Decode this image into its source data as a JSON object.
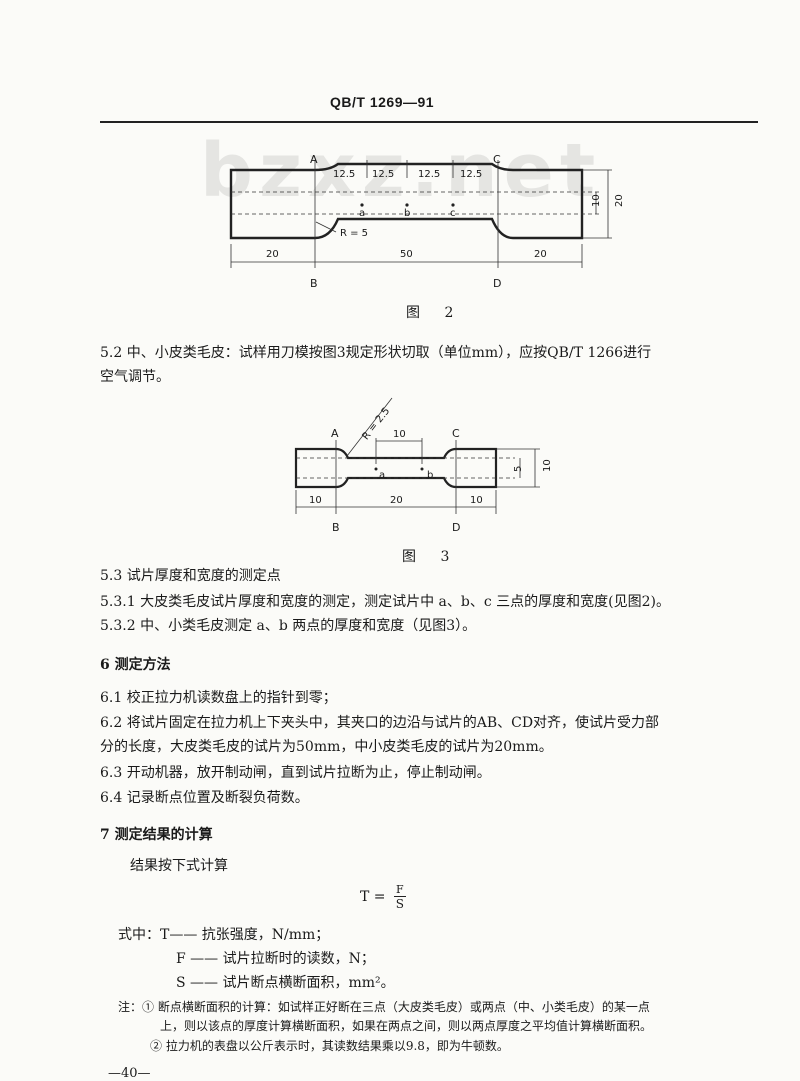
{
  "header": "QB/T 1269—91",
  "watermark": "bzxz.net",
  "figure2": {
    "labels": {
      "A": "A",
      "B": "B",
      "C": "C",
      "D": "D",
      "a": "a",
      "b": "b",
      "c": "c"
    },
    "top_dims": [
      "12.5",
      "12.5",
      "12.5",
      "12.5"
    ],
    "radius": "R = 5",
    "bottom_dims": [
      "20",
      "50",
      "20"
    ],
    "right_dims": [
      "10",
      "20"
    ],
    "caption": "图 2"
  },
  "figure3": {
    "labels": {
      "A": "A",
      "B": "B",
      "C": "C",
      "D": "D",
      "a": "a",
      "b": "b"
    },
    "radius": "R = 2.5",
    "top_dim": "10",
    "bottom_dims": [
      "10",
      "20",
      "10"
    ],
    "right_dims": [
      "5",
      "10"
    ],
    "caption": "图 3"
  },
  "text": {
    "s5_2_line1": "5.2  中、小皮类毛皮：试样用刀模按图3规定形状切取（单位mm），应按QB/T 1266进行",
    "s5_2_line2": "空气调节。",
    "s5_3": "5.3  试片厚度和宽度的测定点",
    "s5_3_1": "5.3.1  大皮类毛皮试片厚度和宽度的测定，测定试片中 a、b、c 三点的厚度和宽度(见图2)。",
    "s5_3_2": "5.3.2  中、小类毛皮测定 a、b 两点的厚度和宽度（见图3）。",
    "s6": "6  测定方法",
    "s6_1": "6.1  校正拉力机读数盘上的指针到零；",
    "s6_2_line1": "6.2  将试片固定在拉力机上下夹头中，其夹口的边沿与试片的AB、CD对齐，使试片受力部",
    "s6_2_line2": "分的长度，大皮类毛皮的试片为50mm，中小皮类毛皮的试片为20mm。",
    "s6_3": "6.3  开动机器，放开制动闸，直到试片拉断为止，停止制动闸。",
    "s6_4": "6.4  记录断点位置及断裂负荷数。",
    "s7": "7  测定结果的计算",
    "s7_intro": "结果按下式计算"
  },
  "formula": {
    "lhs": "T =",
    "num": "F",
    "den": "S"
  },
  "definitions": [
    "式中：T—— 抗张强度，N/mm；",
    "F —— 试片拉断时的读数，N；",
    "S —— 试片断点横断面积，mm²。"
  ],
  "notes": {
    "n1_line1": "注：① 断点横断面积的计算：如试样正好断在三点（大皮类毛皮）或两点（中、小类毛皮）的某一点",
    "n1_line2": "上，则以该点的厚度计算横断面积，如果在两点之间，则以两点厚度之平均值计算横断面积。",
    "n2": "② 拉力机的表盘以公斤表示时，其读数结果乘以9.8，即为牛顿数。"
  },
  "page_number": "—40—"
}
